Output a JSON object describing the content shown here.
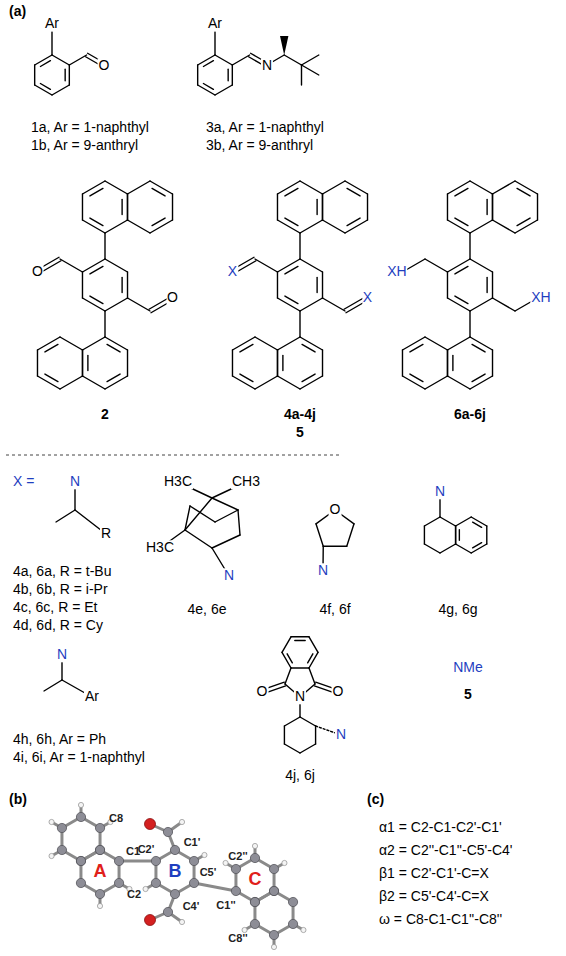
{
  "diagram": {
    "labels": [
      "(a)",
      "Ar",
      "O",
      "1a, Ar = 1-naphthyl",
      "1b, Ar = 9-anthryl",
      "Ar",
      "N",
      "3a, Ar = 1-naphthyl",
      "3b, Ar = 9-anthryl",
      "O",
      "O",
      "2",
      "X",
      "X",
      "4a-4j",
      "5",
      "XH",
      "XH",
      "6a-6j",
      "X =",
      "N",
      "R",
      "4a, 6a, R = t-Bu",
      "4b, 6b, R = i-Pr",
      "4c, 6c, R = Et",
      "4d, 6d, R = Cy",
      "H3C",
      "CH3",
      "H3C",
      "N",
      "4e, 6e",
      "O",
      "N",
      "4f, 6f",
      "N",
      "4g, 6g",
      "N",
      "Ar",
      "4h, 6h, Ar = Ph",
      "4i, 6i, Ar = 1-naphthyl",
      "O",
      "O",
      "N",
      "N",
      "4j, 6j",
      "NMe",
      "5",
      "(b)",
      "A",
      "B",
      "C",
      "C8",
      "C1",
      "C2",
      "C1'",
      "C2'",
      "C4'",
      "C5'",
      "C1''",
      "C2''",
      "C8''",
      "(c)",
      "α1 = C2-C1-C2'-C1'",
      "α2 = C2''-C1''-C5'-C4'",
      "β1 = C2'-C1'-C=X",
      "β2 = C5'-C4'-C=X",
      "ω = C8-C1-C1''-C8''"
    ]
  }
}
